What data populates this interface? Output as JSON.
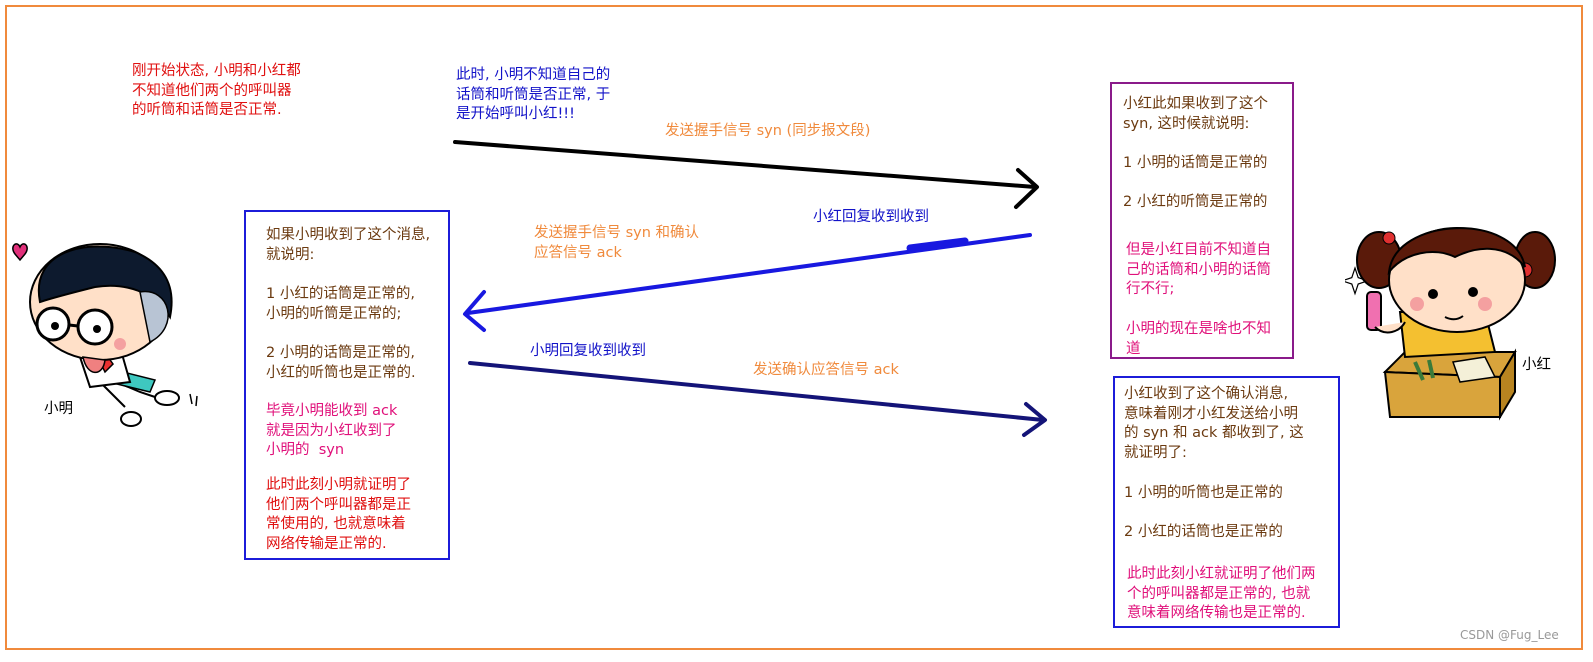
{
  "colors": {
    "frame": "#f08a3c",
    "red": "#e01010",
    "blue": "#1212c8",
    "orange": "#f08a3c",
    "brown": "#6b3a10",
    "magenta": "#e0107a",
    "box_blue": "#1c1cd9",
    "box_purple": "#8a1a8a"
  },
  "intro_text": "刚开始状态, 小明和小红都\n不知道他们两个的呼叫器\n的听筒和话筒是否正常.",
  "step1": {
    "caption": "此时, 小明不知道自己的\n话筒和听筒是否正常, 于\n是开始呼叫小红!!!",
    "label": "发送握手信号 syn (同步报文段)"
  },
  "step2": {
    "caption": "小红回复收到收到",
    "label": "发送握手信号 syn 和确认\n应答信号 ack"
  },
  "step3": {
    "caption": "小明回复收到收到",
    "label": "发送确认应答信号 ack"
  },
  "left_box": {
    "intro": "如果小明收到了这个消息,\n就说明:",
    "point1": "1 小红的话筒是正常的,\n小明的听筒是正常的;",
    "point2": "2 小明的话筒是正常的,\n小红的听筒也是正常的.",
    "note": "毕竟小明能收到 ack\n就是因为小红收到了\n小明的  syn",
    "conclusion": "此时此刻小明就证明了\n他们两个呼叫器都是正\n常使用的, 也就意味着\n网络传输是正常的."
  },
  "right_top_box": {
    "intro": "小红此如果收到了这个\nsyn, 这时候就说明:",
    "point1": "1 小明的话筒是正常的",
    "point2": "2 小红的听筒是正常的",
    "note": "但是小红目前不知道自\n己的话筒和小明的话筒\n行不行;",
    "note2": "小明的现在是啥也不知\n道"
  },
  "right_bottom_box": {
    "intro": "小红收到了这个确认消息,\n意味着刚才小红发送给小明\n的 syn 和 ack 都收到了, 这\n就证明了:",
    "point1": "1 小明的听筒也是正常的",
    "point2": "2 小红的话筒也是正常的",
    "conclusion": "此时此刻小红就证明了他们两\n个的呼叫器都是正常的, 也就\n意味着网络传输也是正常的."
  },
  "characters": {
    "left_name": "小明",
    "right_name": "小红"
  },
  "watermark": "CSDN @Fug_Lee"
}
